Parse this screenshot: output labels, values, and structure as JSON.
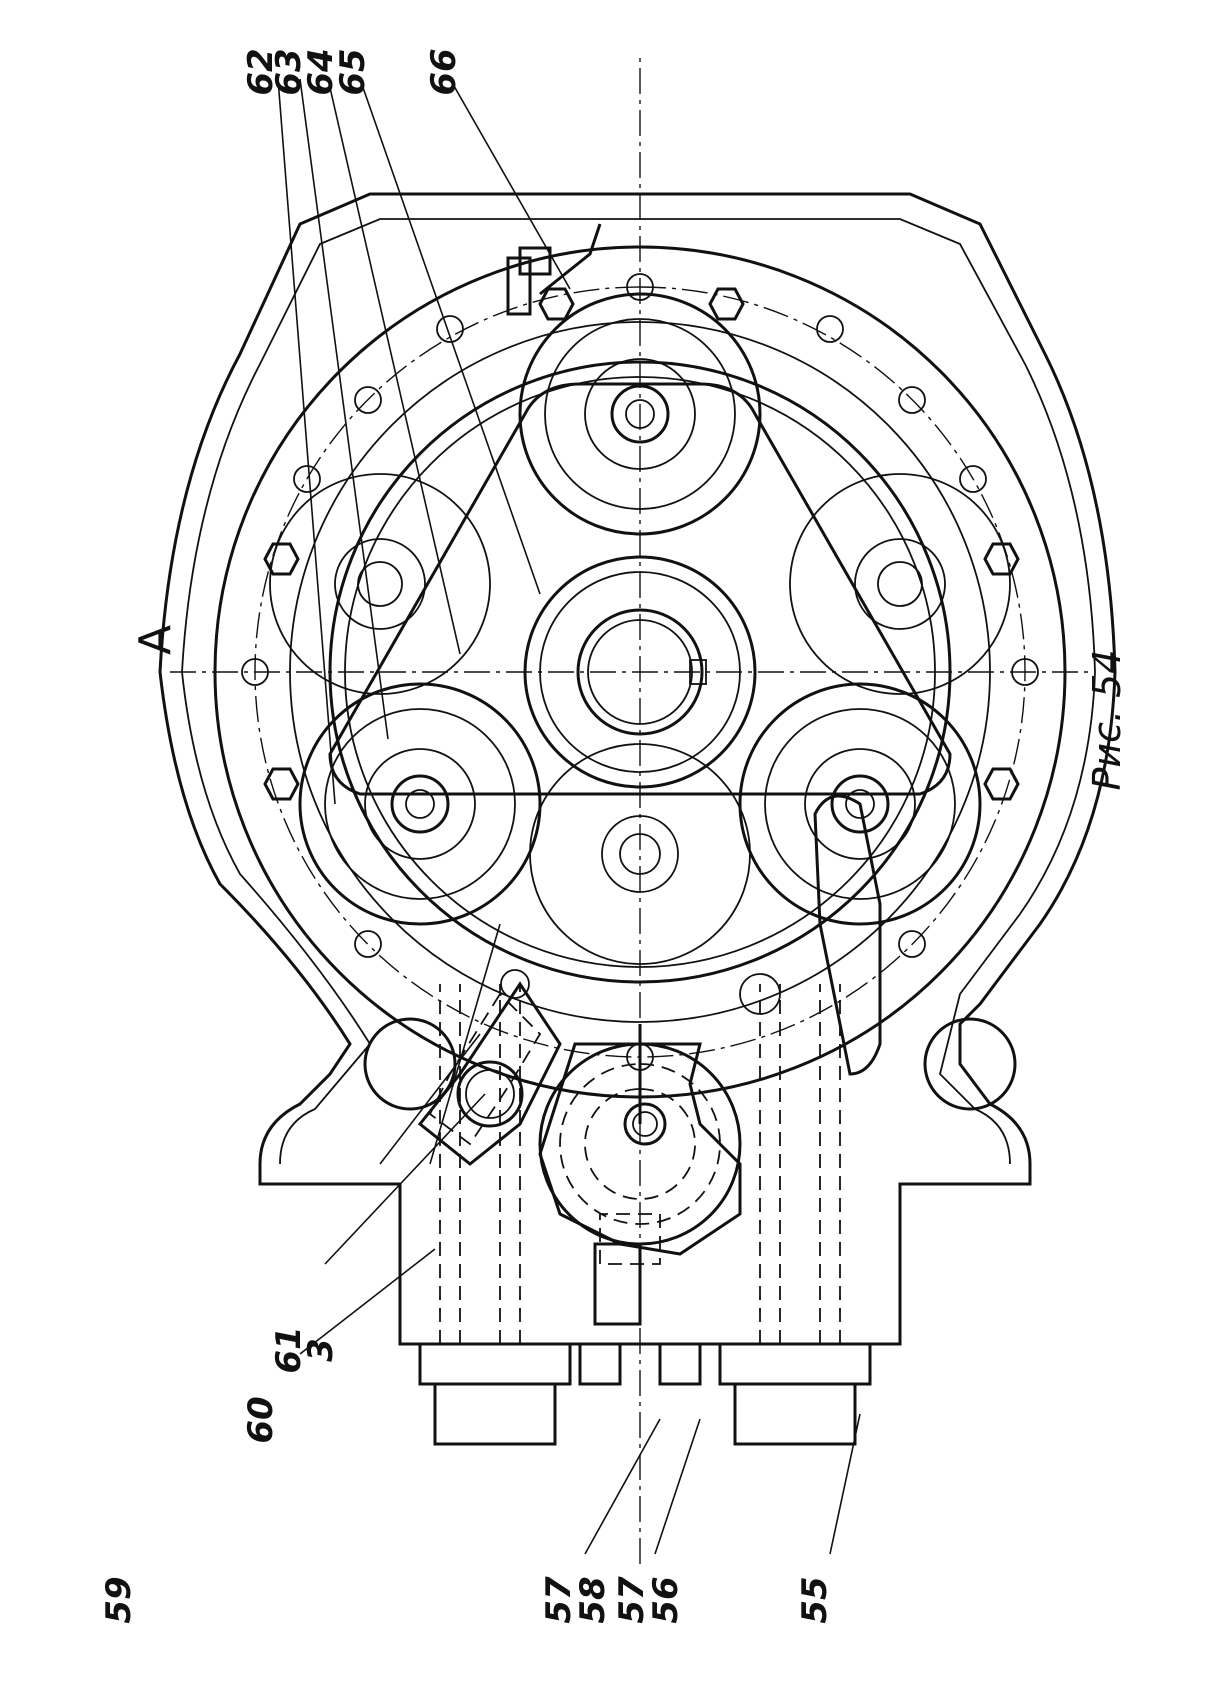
{
  "view_label": "A",
  "caption": "Рис. 54",
  "labels": {
    "l55": "55",
    "l56": "56",
    "l57a": "57",
    "l57b": "57",
    "l58": "58",
    "l59": "59",
    "l60": "60",
    "l61": "61",
    "l3": "3",
    "l62": "62",
    "l63": "63",
    "l64": "64",
    "l65": "65",
    "l66": "66"
  }
}
